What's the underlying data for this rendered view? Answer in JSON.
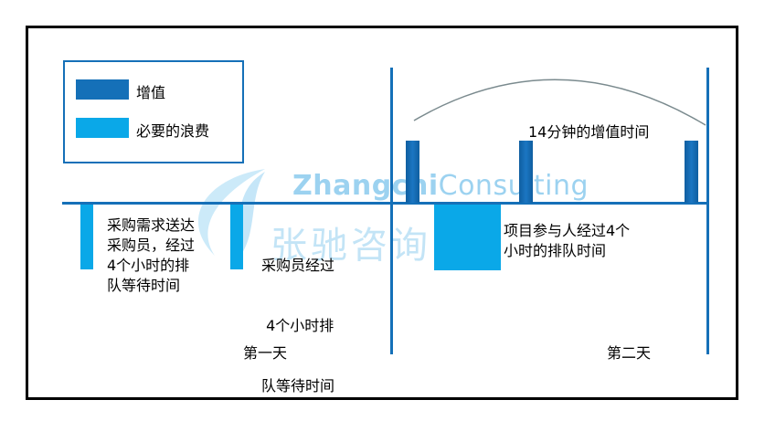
{
  "legend": {
    "value_added": {
      "label": "增值",
      "color": "#1570b8"
    },
    "necessary_waste": {
      "label": "必要的浪费",
      "color": "#0aa8e8"
    }
  },
  "notes": {
    "day1_note1": [
      "采购需求送达",
      "采购员，经过",
      "4个小时的排",
      "队等待时间"
    ],
    "day1_note2": [
      "采购员经过",
      " 4个小时排",
      "队等待时间"
    ],
    "day2_note": [
      "项目参与人经过4个",
      "小时的排队时间"
    ],
    "day2_value_added": "14分钟的增值时间"
  },
  "days": {
    "day1": "第一天",
    "day2": "第二天"
  },
  "watermark": {
    "text_bold": "Zhangchi",
    "text_light": "Consulting",
    "cn": "张驰咨询",
    "icon": "swoosh-logo-icon"
  }
}
